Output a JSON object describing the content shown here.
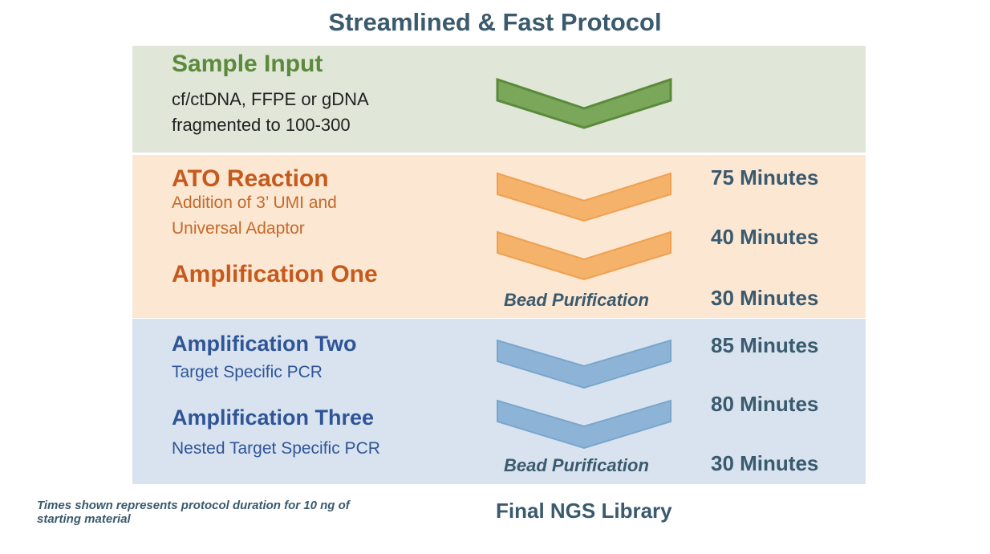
{
  "title": "Streamlined & Fast Protocol",
  "steps": [
    {
      "heading": "Sample Input",
      "lines": [
        "cf/ctDNA, FFPE or gDNA",
        "fragmented to 100-300"
      ]
    },
    {
      "heading": "ATO Reaction",
      "lines": [
        "Addition of 3’ UMI and",
        "Universal Adaptor"
      ]
    },
    {
      "heading": "Amplification One"
    },
    {
      "heading": "Amplification Two",
      "lines": [
        "Target Specific PCR"
      ]
    },
    {
      "heading": "Amplification Three",
      "lines": [
        "Nested Target Specific PCR"
      ]
    }
  ],
  "times": [
    "75 Minutes",
    "40 Minutes",
    "30 Minutes",
    "85 Minutes",
    "80 Minutes",
    "30 Minutes"
  ],
  "bead_labels": [
    "Bead Purification",
    "Bead Purification"
  ],
  "output": "Final NGS Library",
  "footnote": "Times shown represents protocol duration for 10 ng of starting material",
  "colors": {
    "green": "#7aa75a",
    "orange": "#f4b26b",
    "blue": "#8db4d6"
  }
}
